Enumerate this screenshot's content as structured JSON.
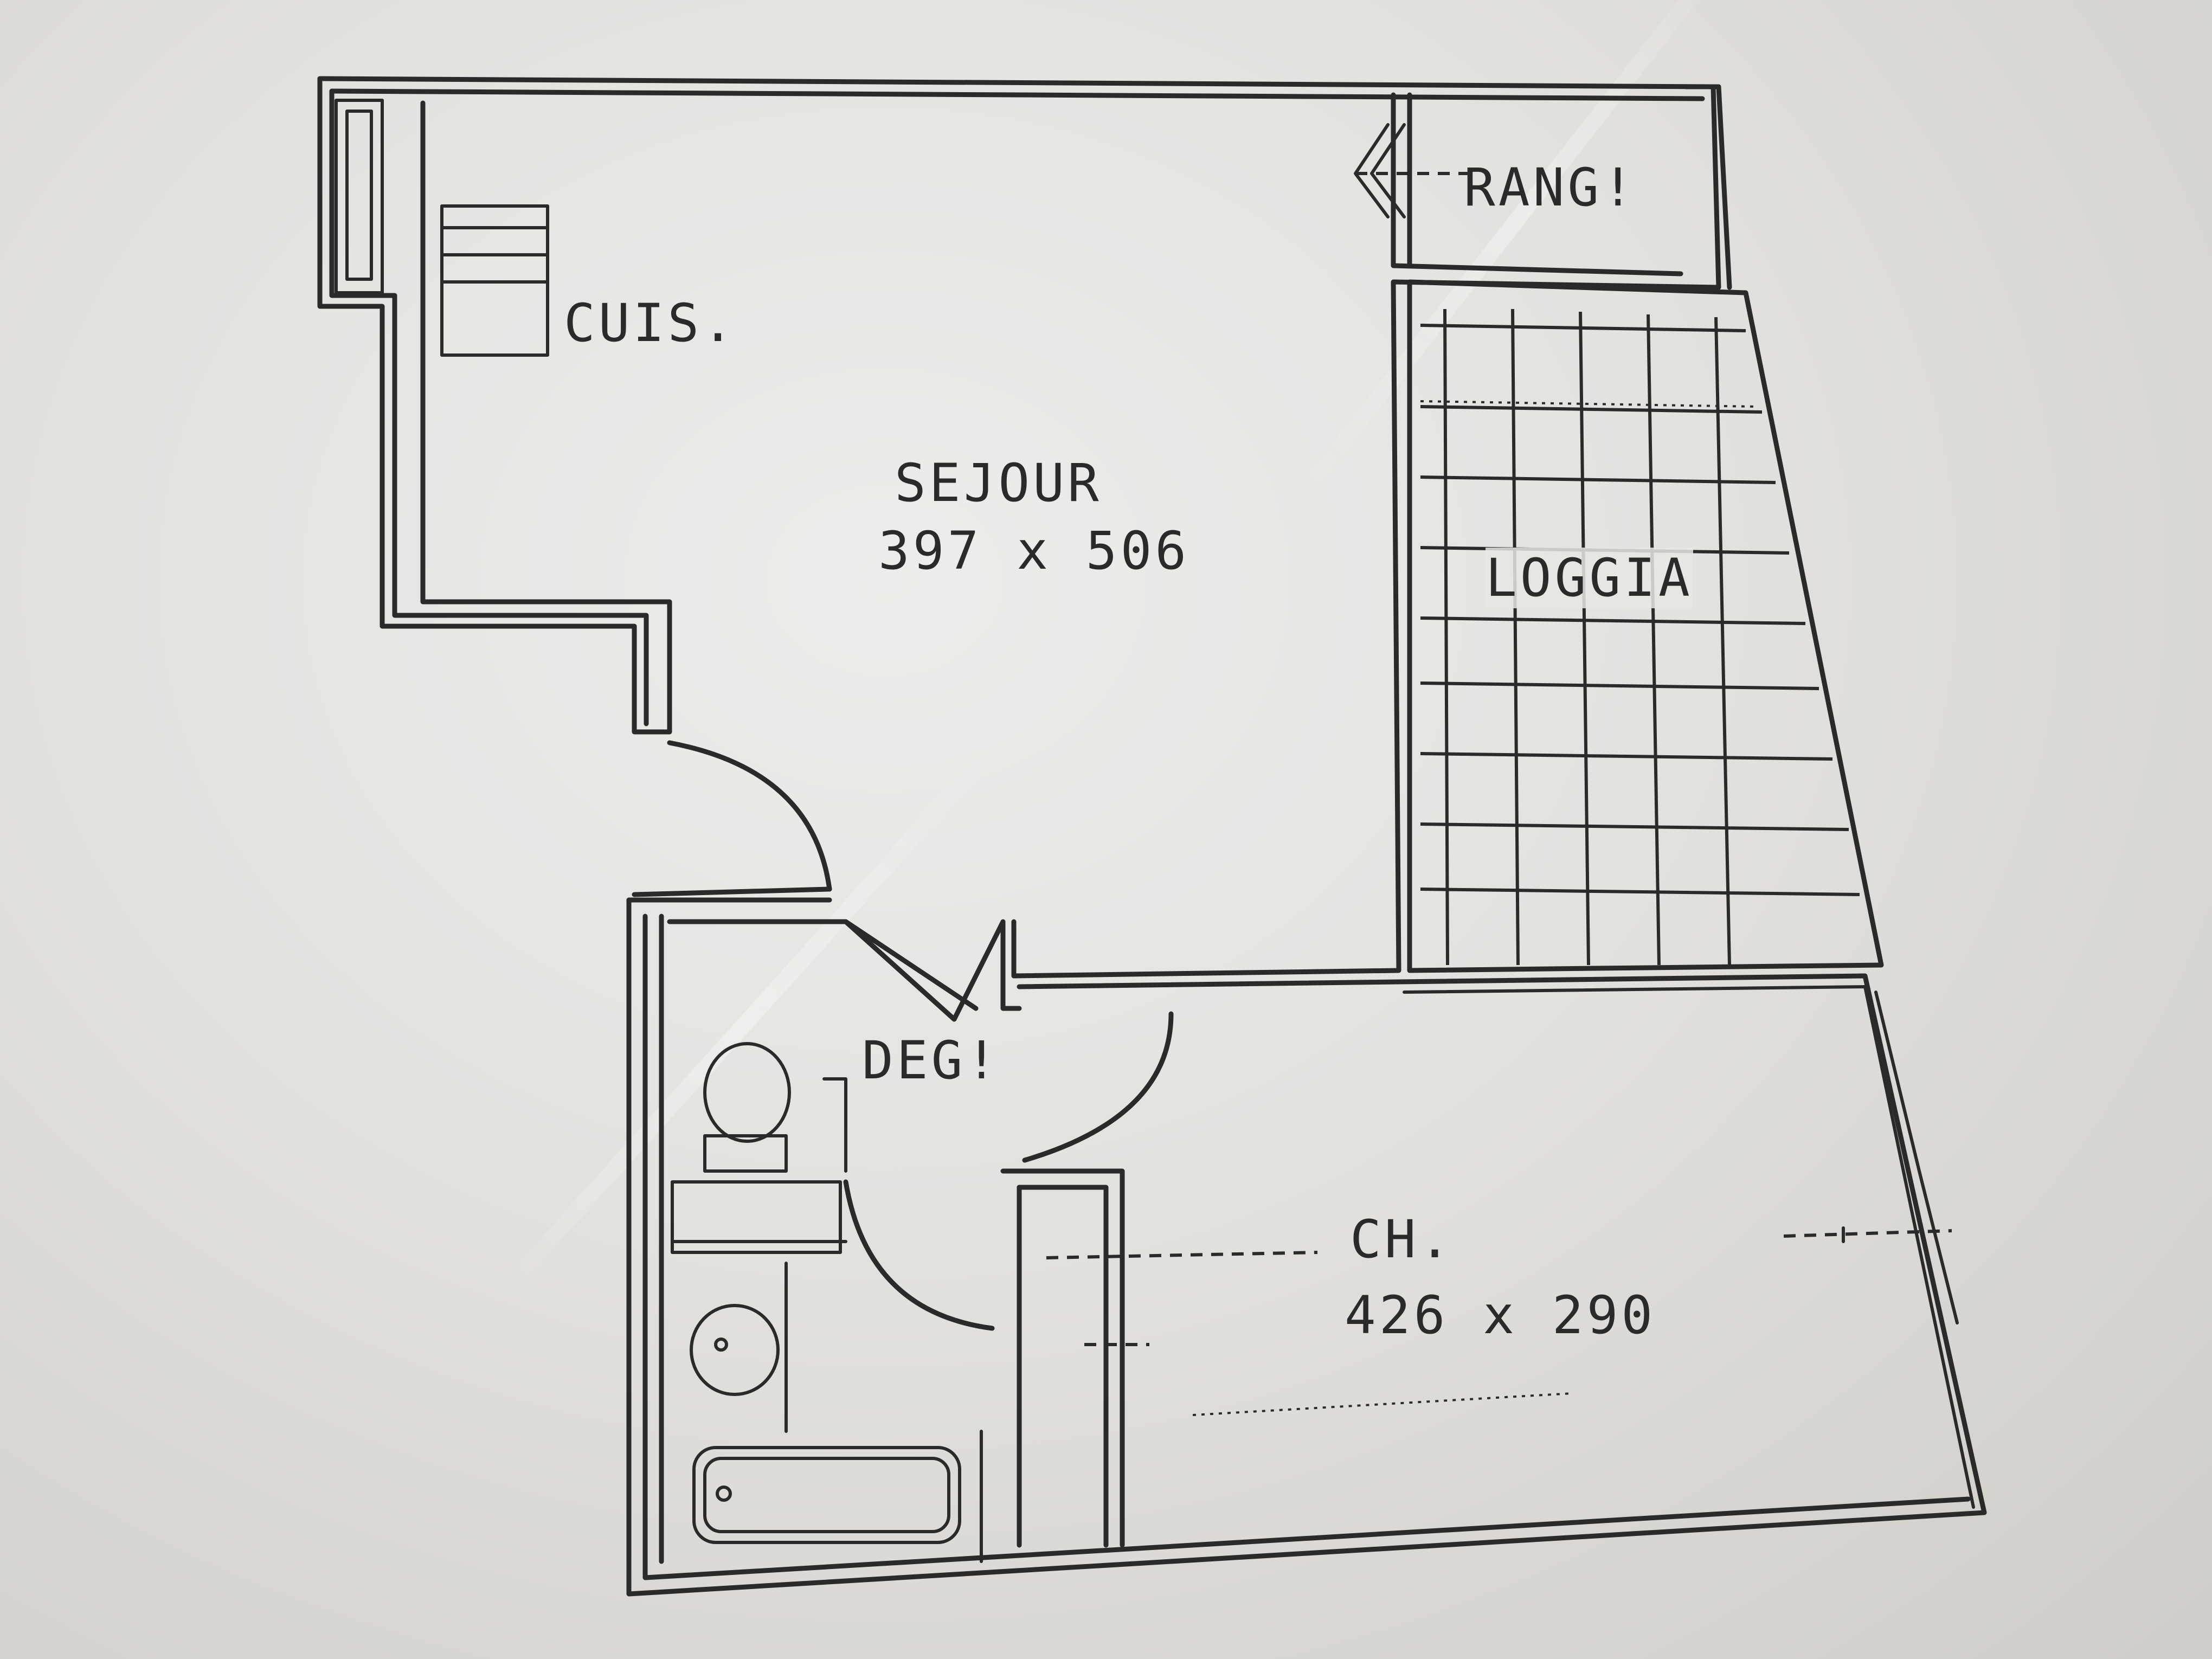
{
  "plan": {
    "rooms": [
      {
        "id": "cuisine",
        "label": "CUIS."
      },
      {
        "id": "rangement",
        "label": "RANG!"
      },
      {
        "id": "sejour",
        "label": "SEJOUR",
        "dimensions": "397 x 506"
      },
      {
        "id": "loggia",
        "label": "LOGGIA"
      },
      {
        "id": "degagement",
        "label": "DEG!"
      },
      {
        "id": "chambre",
        "label": "CH.",
        "dimensions": "426 x 290"
      }
    ]
  }
}
